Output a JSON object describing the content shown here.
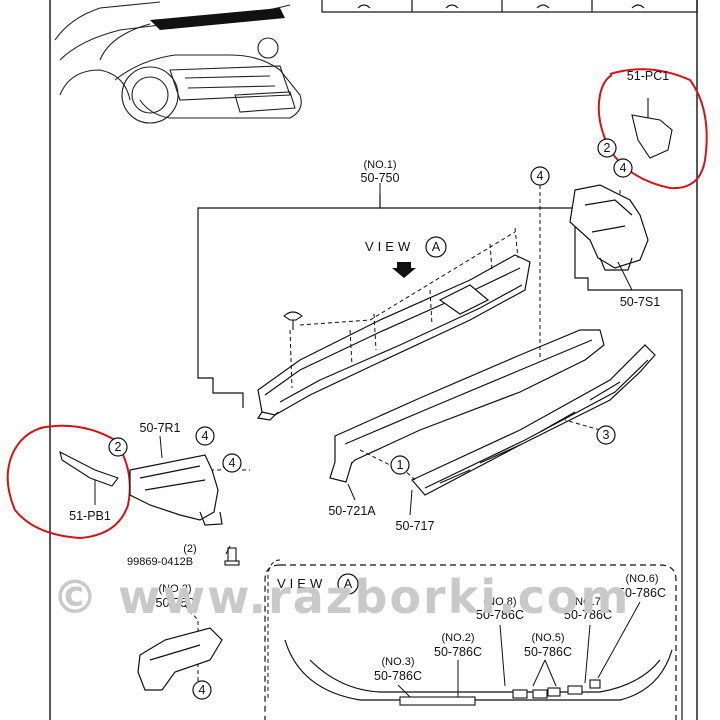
{
  "watermark": {
    "symbol": "©",
    "text": "www.razborki.com"
  },
  "view_a_top": {
    "word": "VIEW",
    "letter": "A"
  },
  "view_a_bottom": {
    "word": "VIEW",
    "letter": "A"
  },
  "parts": {
    "p51_pc1": "51-PC1",
    "p50_750_no": "(NO.1)",
    "p50_750": "50-750",
    "p50_7s1": "50-7S1",
    "p50_7r1": "50-7R1",
    "p51_pb1": "51-PB1",
    "p50_721a": "50-721A",
    "p50_717": "50-717",
    "bolt_qty": "(2)",
    "bolt": "99869-0412B",
    "p50_750b_no": "(NO.2)",
    "p50_750b": "50-750",
    "c8_no": "(NO.8)",
    "c8": "50-786C",
    "c7_no": "(NO.7)",
    "c7": "50-786C",
    "c6_no": "(NO.6)",
    "c6": "50-786C",
    "c2_no": "(NO.2)",
    "c2": "50-786C",
    "c5_no": "(NO.5)",
    "c5": "50-786C",
    "c3_no": "(NO.3)",
    "c3": "50-786C"
  },
  "callouts": {
    "c1": "1",
    "c2a": "2",
    "c2b": "2",
    "c3": "3",
    "c4a": "4",
    "c4b": "4",
    "c4c": "4",
    "c4d": "4",
    "c4e": "4"
  },
  "colors": {
    "ink": "#111111",
    "highlight": "#d41414",
    "watermark": "#c9c9c9"
  }
}
